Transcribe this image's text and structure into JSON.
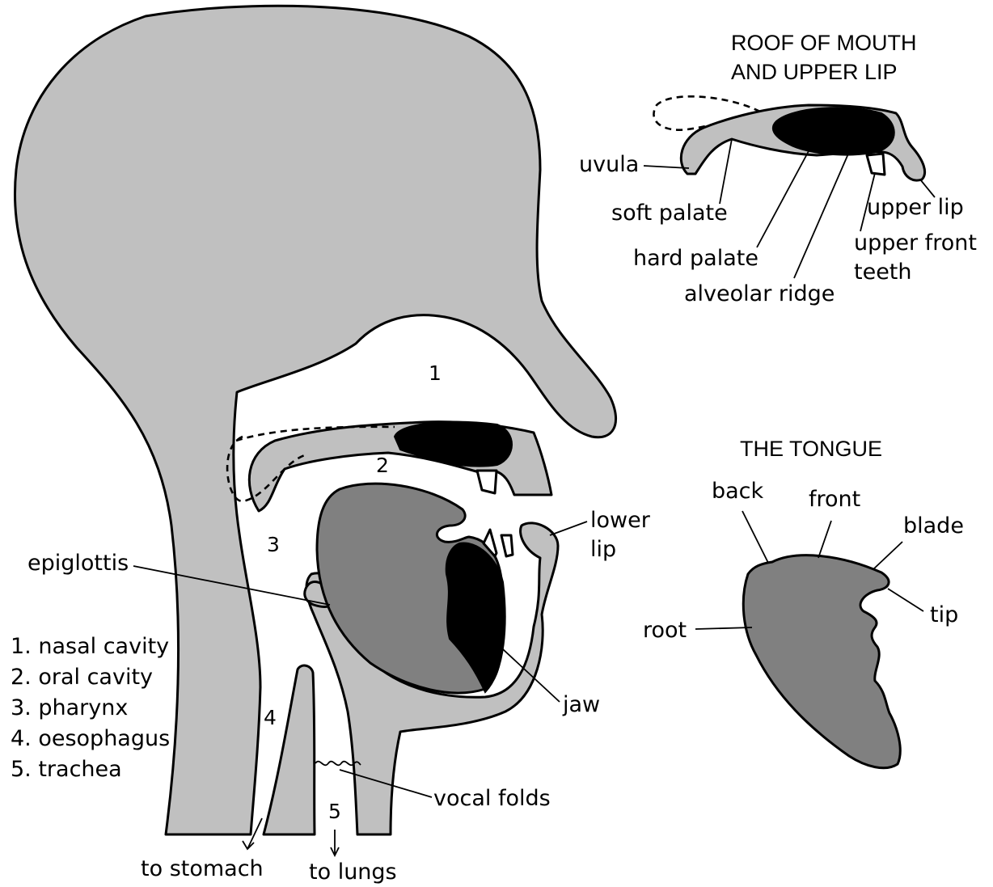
{
  "colors": {
    "tissue": "#c0c0c0",
    "tongue": "#808080",
    "dark": "#000000",
    "background": "#ffffff"
  },
  "main_diagram": {
    "cavity_numbers": [
      "1",
      "2",
      "3",
      "4",
      "5"
    ],
    "labels": {
      "epiglottis": "epiglottis",
      "lower_lip_line1": "lower",
      "lower_lip_line2": "lip",
      "jaw": "jaw",
      "vocal_folds": "vocal folds",
      "to_stomach": "to stomach",
      "to_lungs": "to lungs"
    },
    "legend": [
      "1. nasal cavity",
      "2. oral cavity",
      "3. pharynx",
      "4. oesophagus",
      "5. trachea"
    ]
  },
  "roof_inset": {
    "title_line1": "ROOF OF MOUTH",
    "title_line2": "AND UPPER LIP",
    "labels": {
      "uvula": "uvula",
      "soft_palate": "soft palate",
      "hard_palate": "hard palate",
      "alveolar_ridge": "alveolar ridge",
      "upper_lip": "upper lip",
      "upper_front_teeth_line1": "upper front",
      "upper_front_teeth_line2": "teeth"
    }
  },
  "tongue_inset": {
    "title": "THE TONGUE",
    "labels": {
      "back": "back",
      "front": "front",
      "blade": "blade",
      "tip": "tip",
      "root": "root"
    }
  }
}
